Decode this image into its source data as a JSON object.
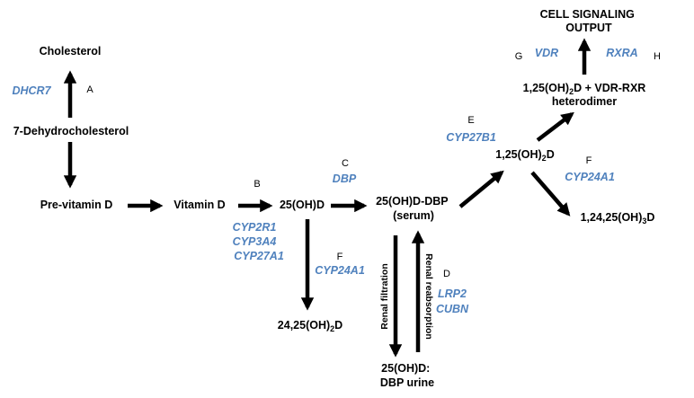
{
  "nodes": {
    "cholesterol": "Cholesterol",
    "dehydrocholesterol": "7-Dehydrocholesterol",
    "previtamin_d": "Pre-vitamin D",
    "vitamin_d": "Vitamin D",
    "ohd": "25(OH)D",
    "oh2d_24": {
      "pre": "24,25(OH)",
      "sub": "2",
      "post": "D"
    },
    "ohd_dbp_serum": [
      "25(OH)D-DBP",
      "(serum)"
    ],
    "ohd_dbp_urine": [
      "25(OH)D:",
      "DBP urine"
    ],
    "oh2d_125": {
      "pre": "1,25(OH)",
      "sub": "2",
      "post": "D"
    },
    "oh3d_124": {
      "pre": "1,24,25(OH)",
      "sub": "3",
      "post": "D"
    },
    "heterodimer": {
      "pre": "1,25(OH)",
      "sub": "2",
      "post": "D + VDR-RXR",
      "line2": "heterodimer"
    },
    "output": [
      "CELL SIGNALING",
      "OUTPUT"
    ]
  },
  "genes": {
    "dhcr7": "DHCR7",
    "cyp2r1": "CYP2R1",
    "cyp3a4": "CYP3A4",
    "cyp27a1": "CYP27A1",
    "dbp": "DBP",
    "cyp24a1_left": "CYP24A1",
    "lrp2": "LRP2",
    "cubn": "CUBN",
    "cyp27b1": "CYP27B1",
    "cyp24a1_right": "CYP24A1",
    "vdr": "VDR",
    "rxra": "RXRA"
  },
  "steps": {
    "a": "A",
    "b": "B",
    "c": "C",
    "d": "D",
    "e": "E",
    "f_left": "F",
    "f_right": "F",
    "g": "G",
    "h": "H"
  },
  "processes": {
    "renal_filtration": "Renal filtration",
    "renal_reabsorption": "Renal reabsorption"
  },
  "colors": {
    "gene": "#4f81bd",
    "arrow": "#000000"
  }
}
